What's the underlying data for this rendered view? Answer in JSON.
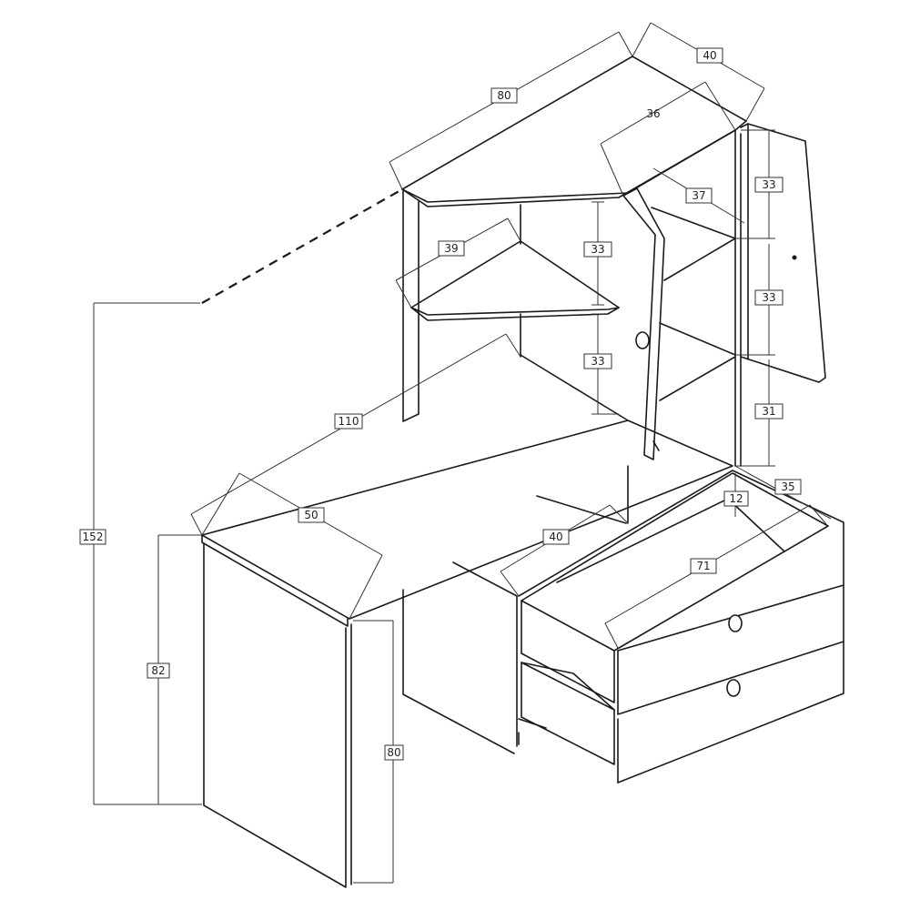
{
  "dimensions": {
    "overall_height": "152",
    "desk_height": "82",
    "leg_height": "80",
    "desk_length": "110",
    "desk_depth": "50",
    "inner_width": "40",
    "hutch_width": "80",
    "hutch_depth": "40",
    "corner_shelf_width": "36",
    "shelf_depth_37": "37",
    "corner_shelf_39": "39",
    "shelf_gap_upper": "33",
    "shelf_gap_lower": "33",
    "right_gap_top": "33",
    "right_gap_mid": "33",
    "right_gap_bottom": "31",
    "drawer_depth": "35",
    "drawer_offset": "12",
    "drawer_length": "71"
  }
}
